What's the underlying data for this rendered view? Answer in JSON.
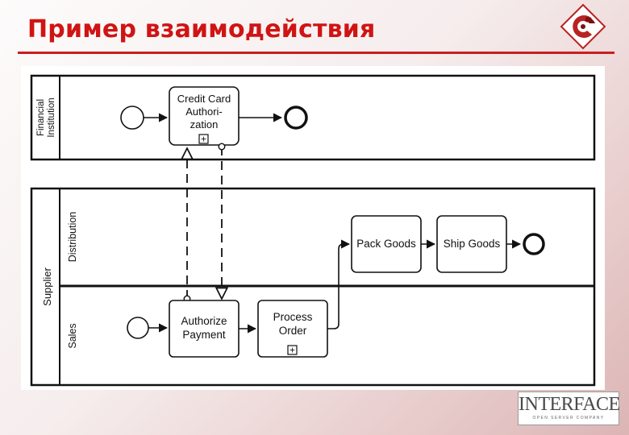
{
  "slide": {
    "title": "Пример взаимодействия"
  },
  "pools": {
    "financial": {
      "label_line1": "Financial",
      "label_line2": "Institution"
    },
    "supplier": {
      "label": "Supplier"
    }
  },
  "lanes": {
    "distribution": "Distribution",
    "sales": "Sales"
  },
  "tasks": {
    "credit_card_authorization": {
      "lines": [
        "Credit Card",
        "Authori-",
        "zation"
      ],
      "collapsed_marker": "+"
    },
    "pack_goods": {
      "label": "Pack Goods"
    },
    "ship_goods": {
      "label": "Ship Goods"
    },
    "authorize_payment": {
      "lines": [
        "Authorize",
        "Payment"
      ]
    },
    "process_order": {
      "lines": [
        "Process",
        "Order"
      ],
      "collapsed_marker": "+"
    }
  },
  "brand": {
    "name": "INTERFACE",
    "tagline": "OPEN SERVER COMPANY"
  },
  "colors": {
    "title": "#d01414",
    "rule": "#c81e1e",
    "diagram_stroke": "#111111",
    "task_fill": "#ffffff"
  }
}
